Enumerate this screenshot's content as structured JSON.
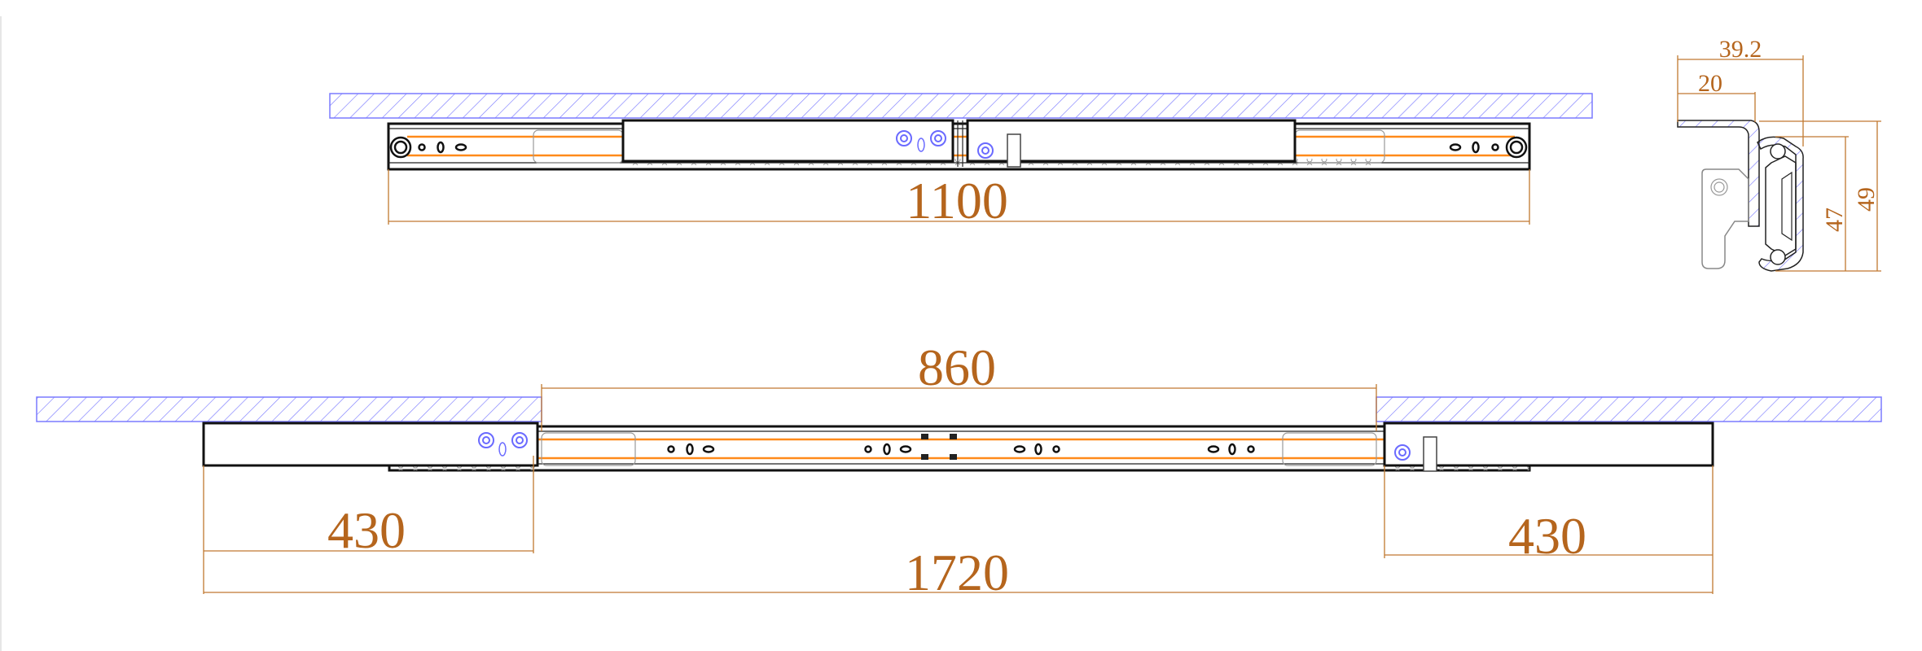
{
  "drawing": {
    "top_view": {
      "overall_length": "1100"
    },
    "bottom_view": {
      "gap_length": "860",
      "left_extension": "430",
      "right_extension": "430",
      "total_extended_length": "1720"
    },
    "cross_section": {
      "width_total": "39.2",
      "width_flange": "20",
      "height_inner": "47",
      "height_outer": "49"
    }
  },
  "colors": {
    "dimension": "#b5651d",
    "hatch": "#6a6aff",
    "ball_track": "#ff8a1a",
    "outline": "#111111"
  }
}
